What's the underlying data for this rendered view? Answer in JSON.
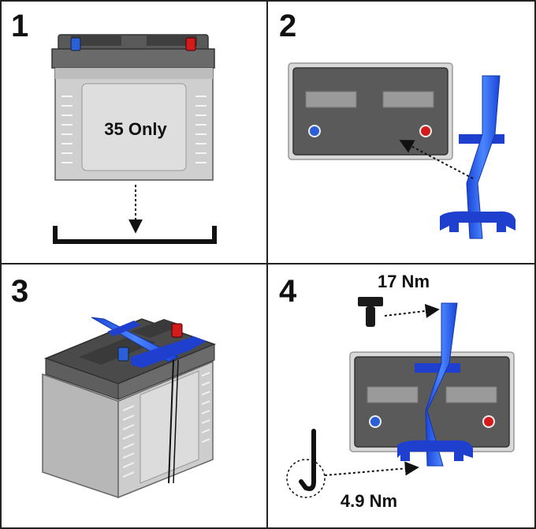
{
  "panels": [
    {
      "number": "1",
      "label": "35 Only"
    },
    {
      "number": "2"
    },
    {
      "number": "3"
    },
    {
      "number": "4",
      "torque_bolt": "17 Nm",
      "torque_hook": "4.9 Nm"
    }
  ],
  "colors": {
    "strap": "#1f4fe0",
    "strap_light": "#3f7bff",
    "negative_terminal": "#2a5fd8",
    "positive_terminal": "#d21c1c",
    "battery_body": "#c9c9c9",
    "battery_top": "#4a4a4a",
    "border": "#222222"
  },
  "icons": [
    "battery-icon",
    "battery-tray-icon",
    "hold-down-strap-icon",
    "bolt-icon",
    "j-hook-icon",
    "arrow-icon"
  ]
}
